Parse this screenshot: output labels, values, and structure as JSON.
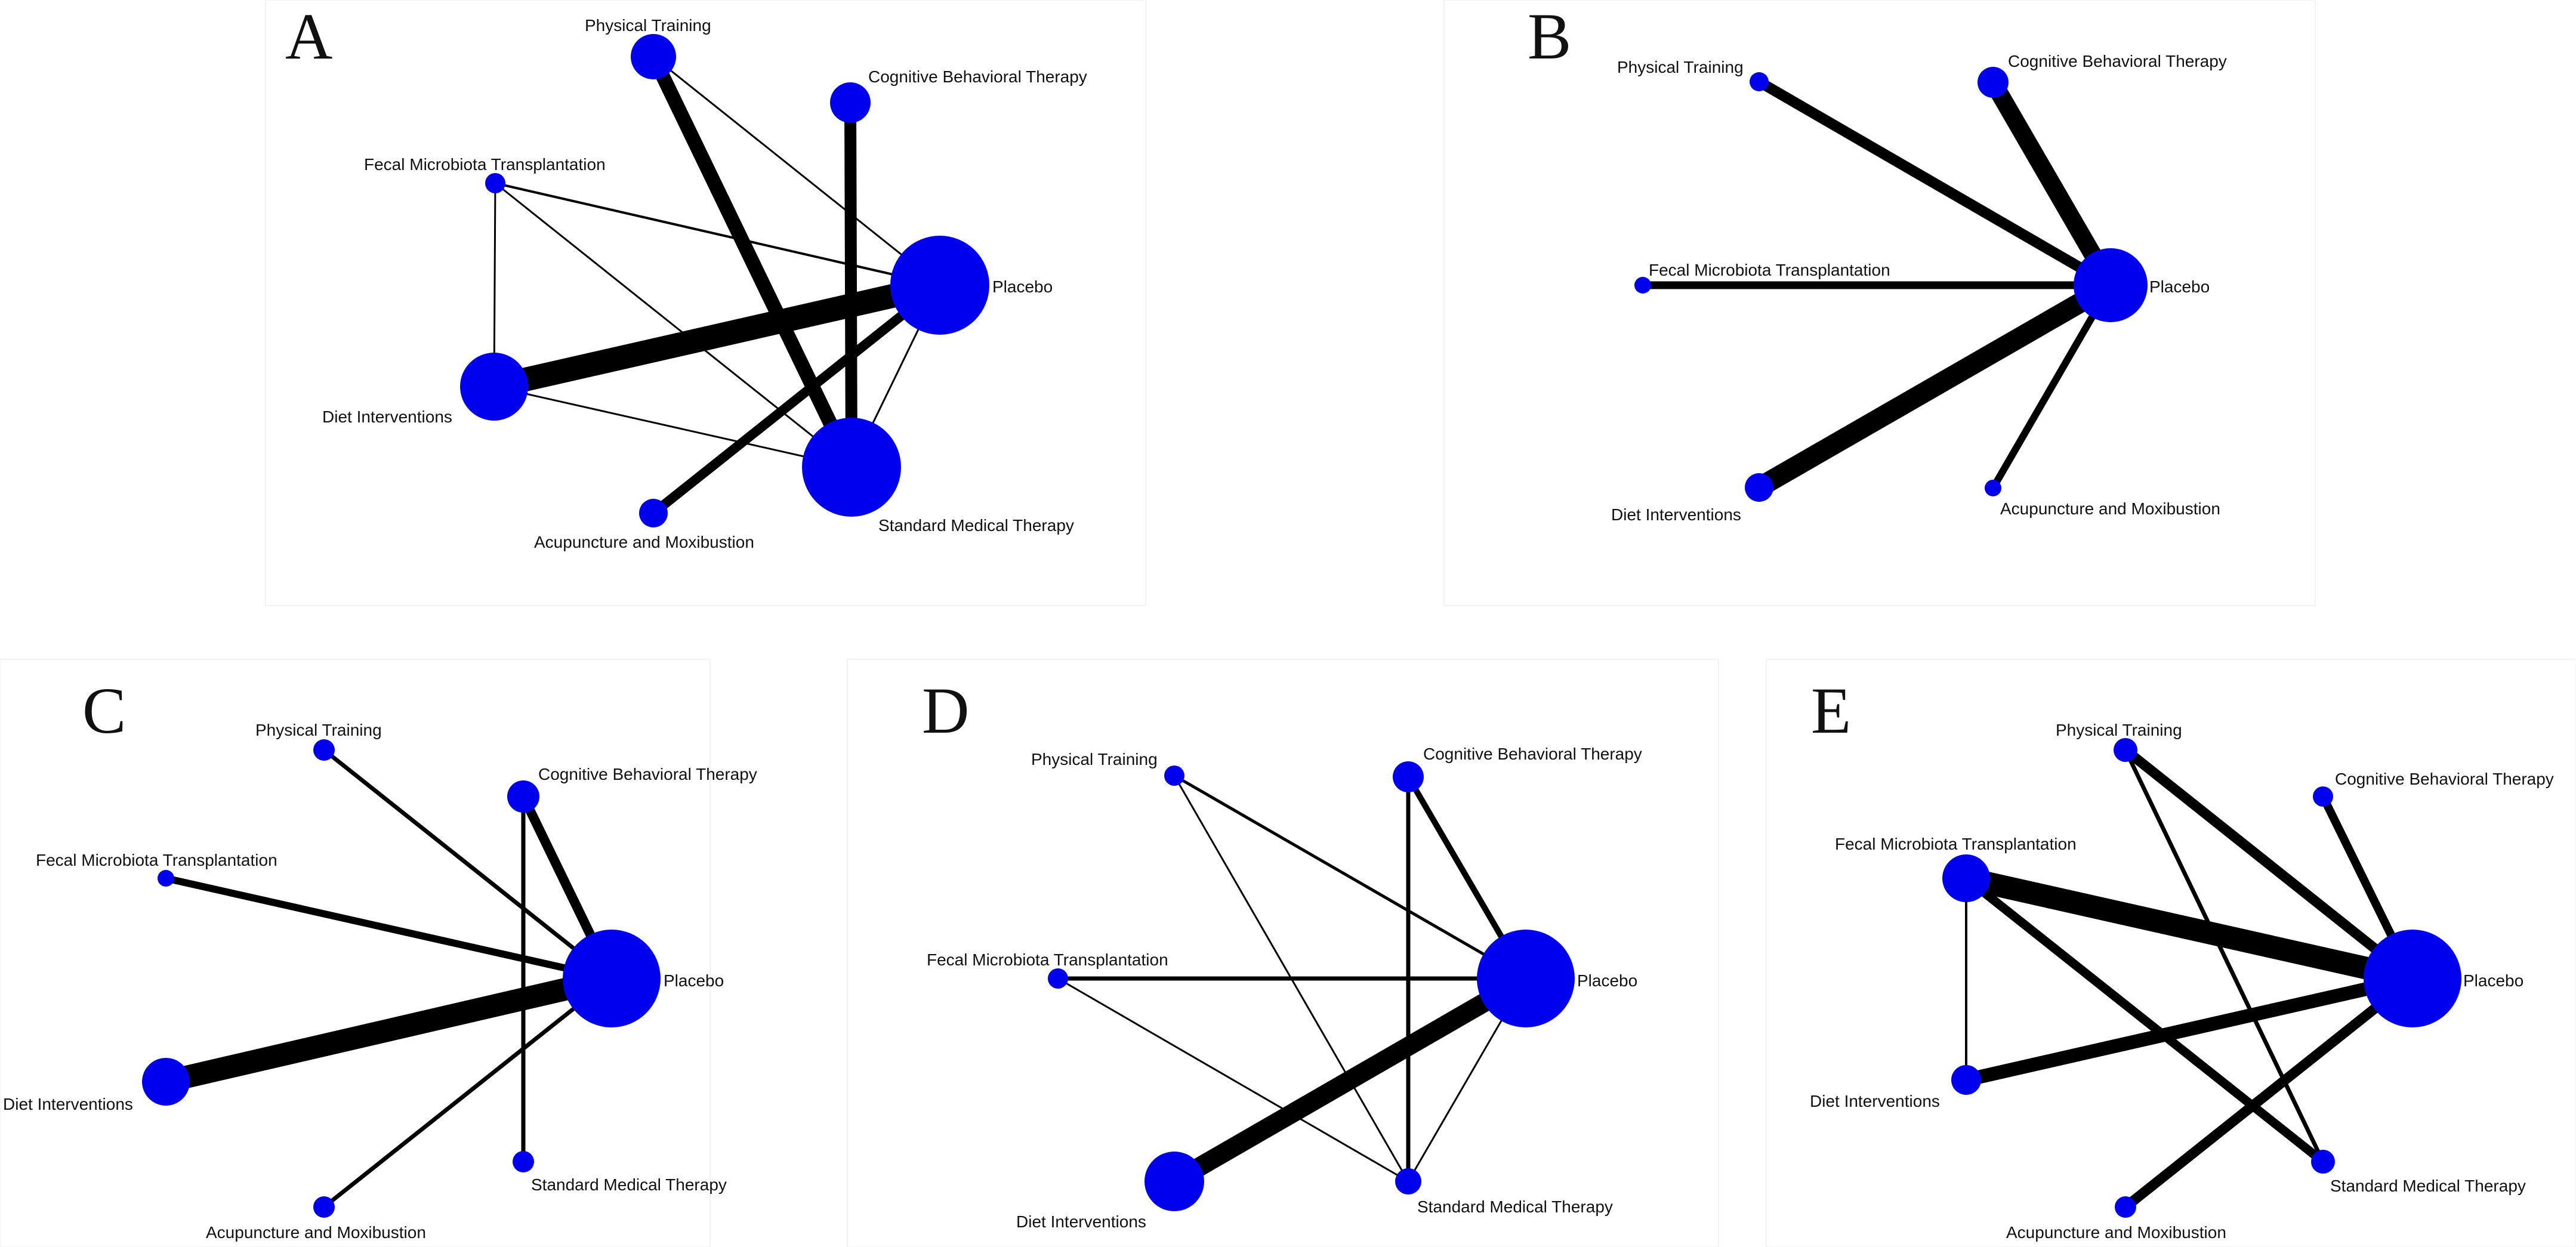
{
  "panels": [
    {
      "letter": "A",
      "nodes": [
        {
          "id": "pt",
          "label": "Physical Training"
        },
        {
          "id": "cbt",
          "label": "Cognitive Behavioral Therapy"
        },
        {
          "id": "fmt",
          "label": "Fecal Microbiota Transplantation"
        },
        {
          "id": "pla",
          "label": "Placebo"
        },
        {
          "id": "diet",
          "label": "Diet Interventions"
        },
        {
          "id": "acu",
          "label": "Acupuncture and Moxibustion"
        },
        {
          "id": "smt",
          "label": "Standard Medical Therapy"
        }
      ],
      "edges": [
        {
          "from": "pt",
          "to": "smt"
        },
        {
          "from": "pt",
          "to": "pla"
        },
        {
          "from": "cbt",
          "to": "smt"
        },
        {
          "from": "fmt",
          "to": "pla"
        },
        {
          "from": "fmt",
          "to": "diet"
        },
        {
          "from": "fmt",
          "to": "smt"
        },
        {
          "from": "diet",
          "to": "pla"
        },
        {
          "from": "diet",
          "to": "smt"
        },
        {
          "from": "acu",
          "to": "pla"
        },
        {
          "from": "pla",
          "to": "smt"
        }
      ]
    },
    {
      "letter": "B",
      "nodes": [
        {
          "id": "pt",
          "label": "Physical Training"
        },
        {
          "id": "cbt",
          "label": "Cognitive Behavioral Therapy"
        },
        {
          "id": "fmt",
          "label": "Fecal Microbiota Transplantation"
        },
        {
          "id": "pla",
          "label": "Placebo"
        },
        {
          "id": "diet",
          "label": "Diet Interventions"
        },
        {
          "id": "acu",
          "label": "Acupuncture and Moxibustion"
        }
      ],
      "edges": [
        {
          "from": "pt",
          "to": "pla"
        },
        {
          "from": "cbt",
          "to": "pla"
        },
        {
          "from": "fmt",
          "to": "pla"
        },
        {
          "from": "diet",
          "to": "pla"
        },
        {
          "from": "acu",
          "to": "pla"
        }
      ]
    },
    {
      "letter": "C",
      "nodes": [
        {
          "id": "pt",
          "label": "Physical Training"
        },
        {
          "id": "cbt",
          "label": "Cognitive Behavioral Therapy"
        },
        {
          "id": "fmt",
          "label": "Fecal Microbiota Transplantation"
        },
        {
          "id": "pla",
          "label": "Placebo"
        },
        {
          "id": "diet",
          "label": "Diet Interventions"
        },
        {
          "id": "acu",
          "label": "Acupuncture and Moxibustion"
        },
        {
          "id": "smt",
          "label": "Standard Medical Therapy"
        }
      ],
      "edges": [
        {
          "from": "pt",
          "to": "pla"
        },
        {
          "from": "cbt",
          "to": "pla"
        },
        {
          "from": "cbt",
          "to": "smt"
        },
        {
          "from": "fmt",
          "to": "pla"
        },
        {
          "from": "diet",
          "to": "pla"
        },
        {
          "from": "acu",
          "to": "pla"
        }
      ]
    },
    {
      "letter": "D",
      "nodes": [
        {
          "id": "pt",
          "label": "Physical Training"
        },
        {
          "id": "cbt",
          "label": "Cognitive Behavioral Therapy"
        },
        {
          "id": "fmt",
          "label": "Fecal Microbiota Transplantation"
        },
        {
          "id": "pla",
          "label": "Placebo"
        },
        {
          "id": "diet",
          "label": "Diet Interventions"
        },
        {
          "id": "smt",
          "label": "Standard Medical Therapy"
        }
      ],
      "edges": [
        {
          "from": "pt",
          "to": "pla"
        },
        {
          "from": "pt",
          "to": "smt"
        },
        {
          "from": "cbt",
          "to": "pla"
        },
        {
          "from": "cbt",
          "to": "smt"
        },
        {
          "from": "fmt",
          "to": "pla"
        },
        {
          "from": "fmt",
          "to": "smt"
        },
        {
          "from": "diet",
          "to": "pla"
        },
        {
          "from": "pla",
          "to": "smt"
        }
      ]
    },
    {
      "letter": "E",
      "nodes": [
        {
          "id": "pt",
          "label": "Physical Training"
        },
        {
          "id": "cbt",
          "label": "Cognitive Behavioral Therapy"
        },
        {
          "id": "fmt",
          "label": "Fecal Microbiota Transplantation"
        },
        {
          "id": "pla",
          "label": "Placebo"
        },
        {
          "id": "diet",
          "label": "Diet Interventions"
        },
        {
          "id": "acu",
          "label": "Acupuncture and Moxibustion"
        },
        {
          "id": "smt",
          "label": "Standard Medical Therapy"
        }
      ],
      "edges": [
        {
          "from": "pt",
          "to": "pla"
        },
        {
          "from": "pt",
          "to": "smt"
        },
        {
          "from": "cbt",
          "to": "pla"
        },
        {
          "from": "fmt",
          "to": "pla"
        },
        {
          "from": "fmt",
          "to": "diet"
        },
        {
          "from": "fmt",
          "to": "smt"
        },
        {
          "from": "diet",
          "to": "pla"
        },
        {
          "from": "acu",
          "to": "pla"
        }
      ]
    }
  ]
}
